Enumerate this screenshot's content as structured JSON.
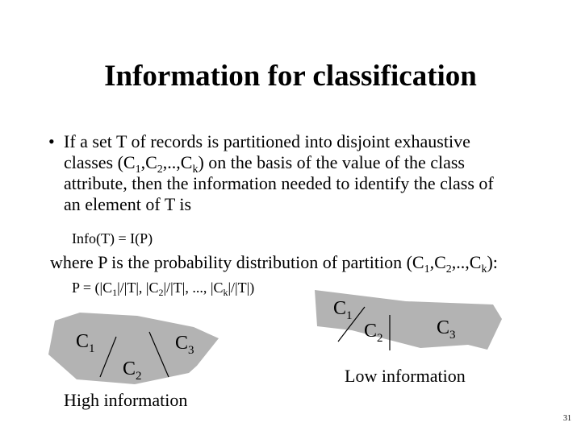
{
  "title": "Information for classification",
  "bullet": {
    "marker": "•",
    "line1": "If a set T of records is partitioned into disjoint exhaustive",
    "line2": {
      "pre": "classes (C",
      "sub1": "1",
      "mid1": ",C",
      "sub2": "2",
      "mid2": ",..,C",
      "sub3": "k",
      "post": ") on the basis of the value of the class"
    },
    "line3": "attribute, then the information needed to identify the class of",
    "line4": "an element of T is"
  },
  "info_formula": "Info(T) = I(P)",
  "where_line": {
    "pre": "where P is the probability distribution of partition (C",
    "sub1": "1",
    "mid1": ",C",
    "sub2": "2",
    "mid2": ",..,C",
    "sub3": "k",
    "post": "):"
  },
  "p_formula": {
    "pre": "P = (|C",
    "sub1": "1",
    "mid1": "|/|T|, |C",
    "sub2": "2",
    "mid2": "|/|T|, ..., |C",
    "sub3": "k",
    "post": "|/|T|)"
  },
  "high_diagram": {
    "c1": {
      "letter": "C",
      "sub": "1"
    },
    "c2": {
      "letter": "C",
      "sub": "2"
    },
    "c3": {
      "letter": "C",
      "sub": "3"
    },
    "caption": "High information",
    "fill_color": "#b3b3b3"
  },
  "low_diagram": {
    "c1": {
      "letter": "C",
      "sub": "1"
    },
    "c2": {
      "letter": "C",
      "sub": "2"
    },
    "c3": {
      "letter": "C",
      "sub": "3"
    },
    "caption": "Low information",
    "fill_color": "#b3b3b3"
  },
  "page_number": "31"
}
